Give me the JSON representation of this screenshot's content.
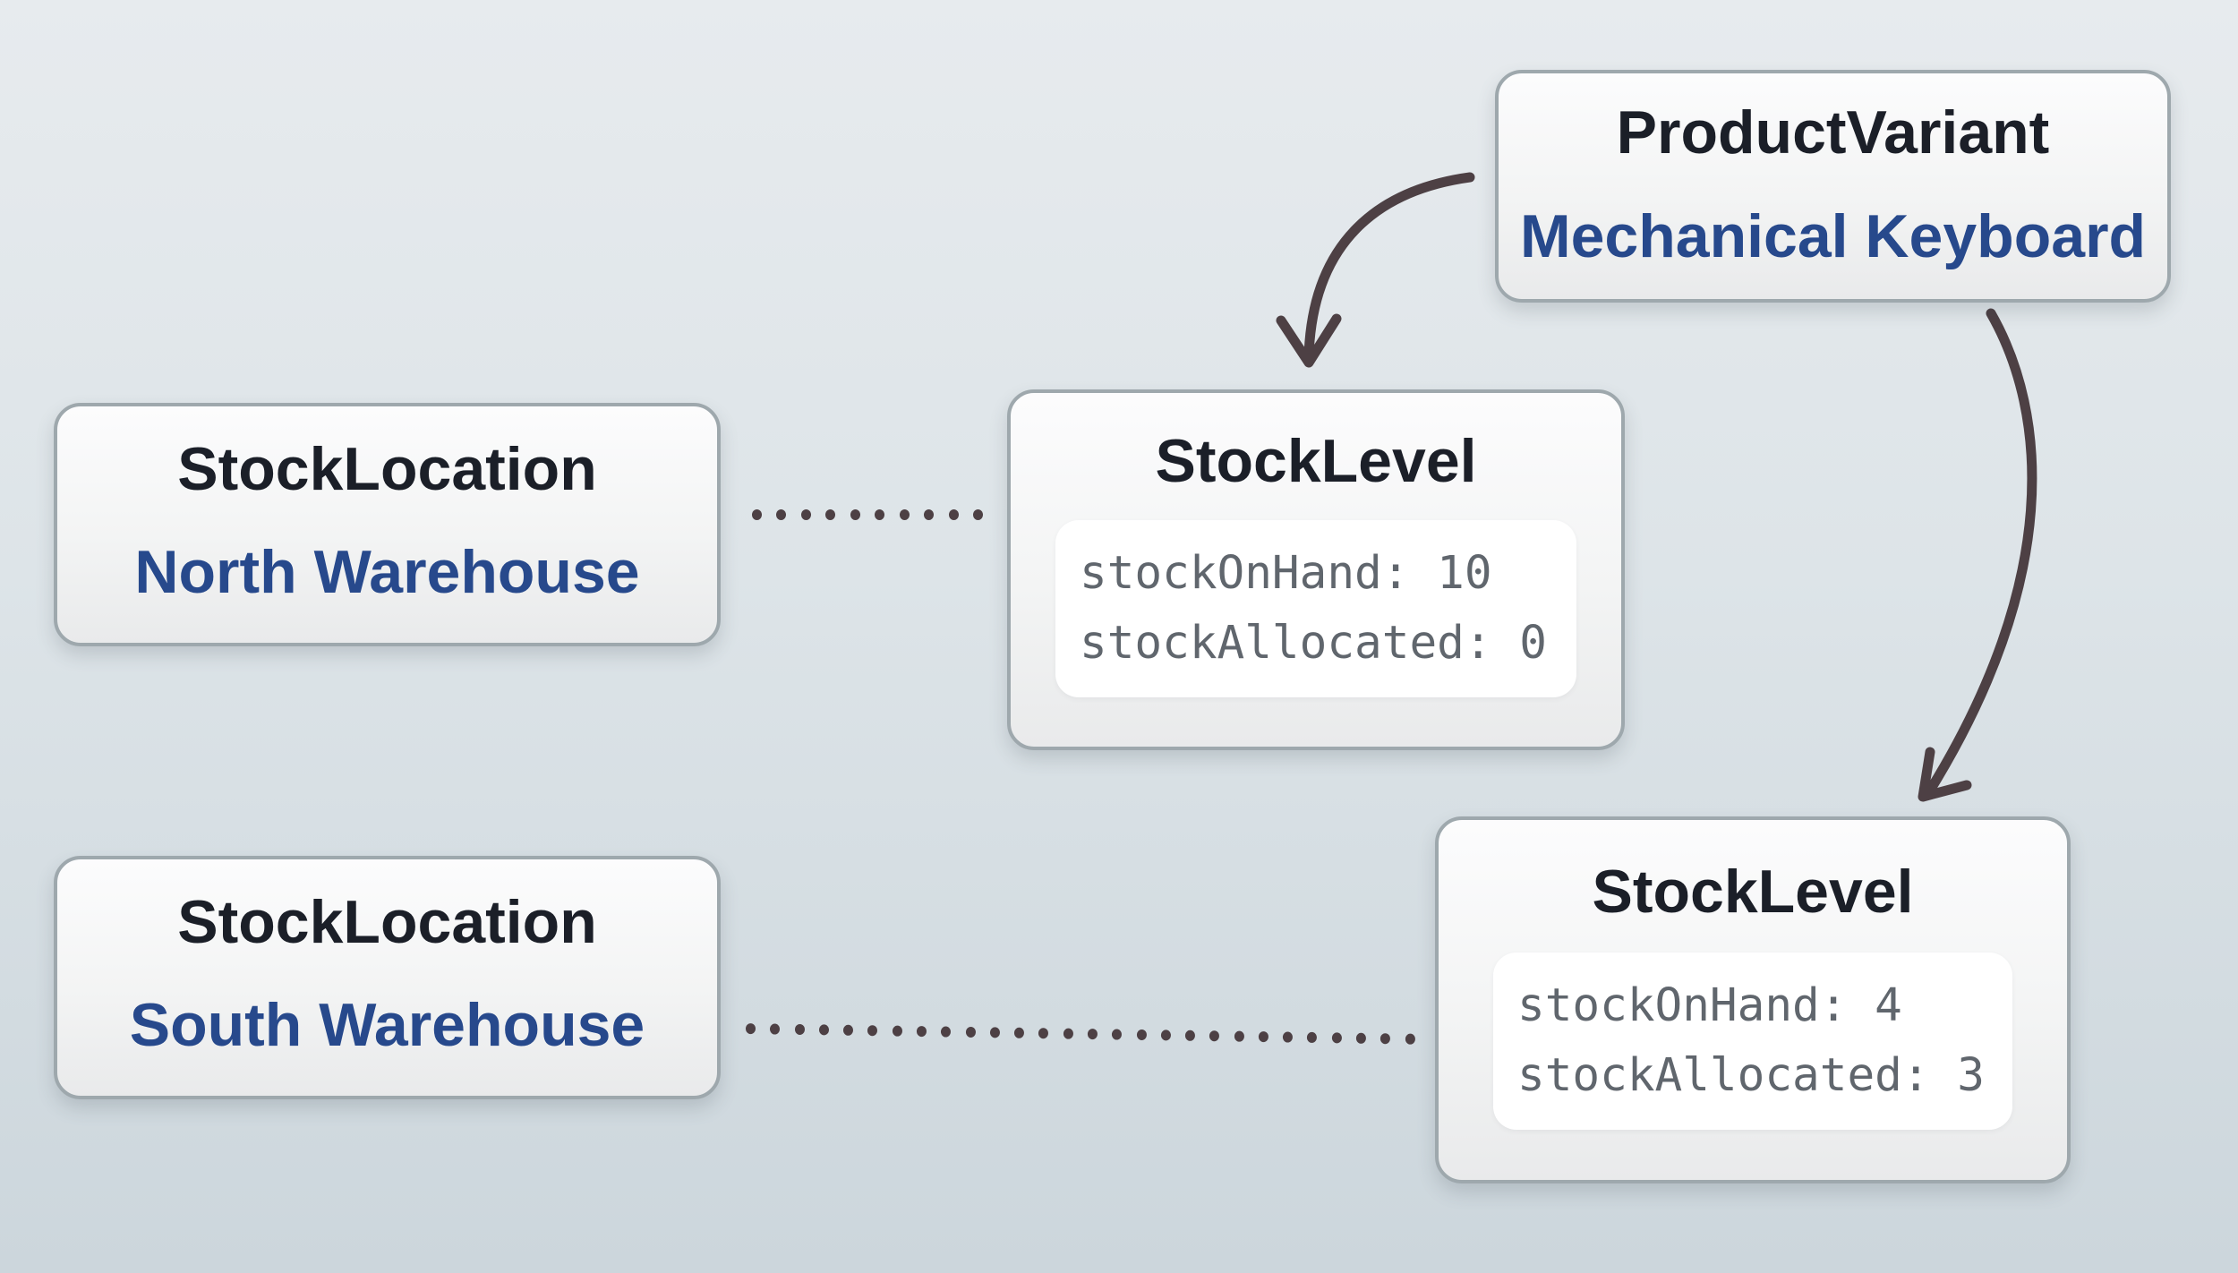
{
  "diagram": {
    "nodes": [
      {
        "id": "product-variant",
        "type": "ProductVariant",
        "label": "Mechanical Keyboard",
        "fields": []
      },
      {
        "id": "stock-level-north",
        "type": "StockLevel",
        "label": "",
        "fields": [
          "stockOnHand: 10",
          "stockAllocated: 0"
        ]
      },
      {
        "id": "stock-location-north",
        "type": "StockLocation",
        "label": "North Warehouse",
        "fields": []
      },
      {
        "id": "stock-location-south",
        "type": "StockLocation",
        "label": "South Warehouse",
        "fields": []
      },
      {
        "id": "stock-level-south",
        "type": "StockLevel",
        "label": "",
        "fields": [
          "stockOnHand: 4",
          "stockAllocated: 3"
        ]
      }
    ],
    "connections": [
      {
        "from": "product-variant",
        "to": "stock-level-north",
        "style": "curved-arrow"
      },
      {
        "from": "product-variant",
        "to": "stock-level-south",
        "style": "curved-arrow"
      },
      {
        "from": "stock-location-north",
        "to": "stock-level-north",
        "style": "dotted-line"
      },
      {
        "from": "stock-location-south",
        "to": "stock-level-south",
        "style": "dotted-line"
      }
    ],
    "colors": {
      "background_top": "#e7ebee",
      "background_bottom": "#ccd6dc",
      "card_border": "#9ea8ad",
      "title_text": "#1b1f28",
      "accent_blue": "#27498c",
      "code_text": "#60666d",
      "connector": "#4d4044",
      "code_bg": "#ffffff"
    }
  }
}
